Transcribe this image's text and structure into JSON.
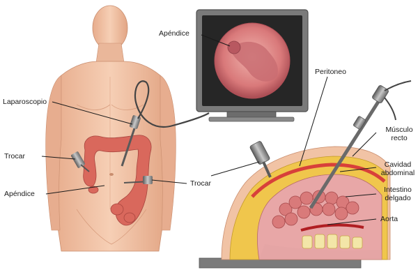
{
  "labels": {
    "apendice_monitor": "Apéndice",
    "laparoscopio": "Laparoscopio",
    "trocar_left": "Trocar",
    "apendice_body": "Apéndice",
    "trocar_center": "Trocar",
    "peritoneo": "Peritoneo",
    "musculo_recto_1": "Músculo",
    "musculo_recto_2": "recto",
    "cavidad_1": "Cavidad",
    "cavidad_2": "abdominal",
    "intestino_1": "Intestino",
    "intestino_2": "delgado",
    "aorta": "Aorta"
  },
  "colors": {
    "skin": "#f2c2a4",
    "skin_shadow": "#dca184",
    "colon": "#d9685c",
    "monitor_frame": "#6e6e6e",
    "screen_bg": "#2a2a2a",
    "fat_yellow": "#f0c64c",
    "muscle_red": "#d8403a",
    "cavity_pink": "#e8a7a7"
  }
}
